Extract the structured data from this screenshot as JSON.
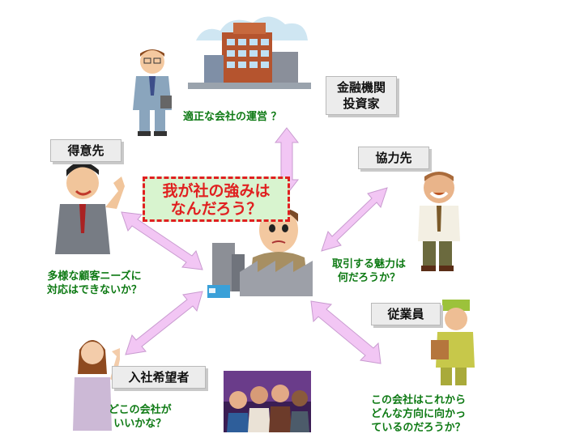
{
  "center_question": [
    "我が社の強みは",
    "なんだろう？"
  ],
  "stakeholders": [
    {
      "id": "finance",
      "label_lines": [
        "金融機関",
        "投資家"
      ],
      "question_lines": [
        "適正な会社の運営 ？"
      ]
    },
    {
      "id": "customer",
      "label_lines": [
        "得意先"
      ],
      "question_lines": [
        "多様な顧客ニーズに",
        "対応はできないか？"
      ]
    },
    {
      "id": "partner",
      "label_lines": [
        "協力先"
      ],
      "question_lines": [
        "取引する魅力は",
        "何だろうか？"
      ]
    },
    {
      "id": "employee",
      "label_lines": [
        "従業員"
      ],
      "question_lines": [
        "この会社はこれから",
        "どんな方向に向かっ",
        "ているのだろうか？"
      ]
    },
    {
      "id": "applicant",
      "label_lines": [
        "入社希望者"
      ],
      "question_lines": [
        "どこの会社が",
        "いいかな？"
      ]
    }
  ],
  "colors": {
    "arrow": "#f2c6f4",
    "arrow_stroke": "#c99bd0",
    "question_text": "#0e7a14",
    "center_text": "#e02020",
    "center_fill": "#d8f4cf"
  }
}
